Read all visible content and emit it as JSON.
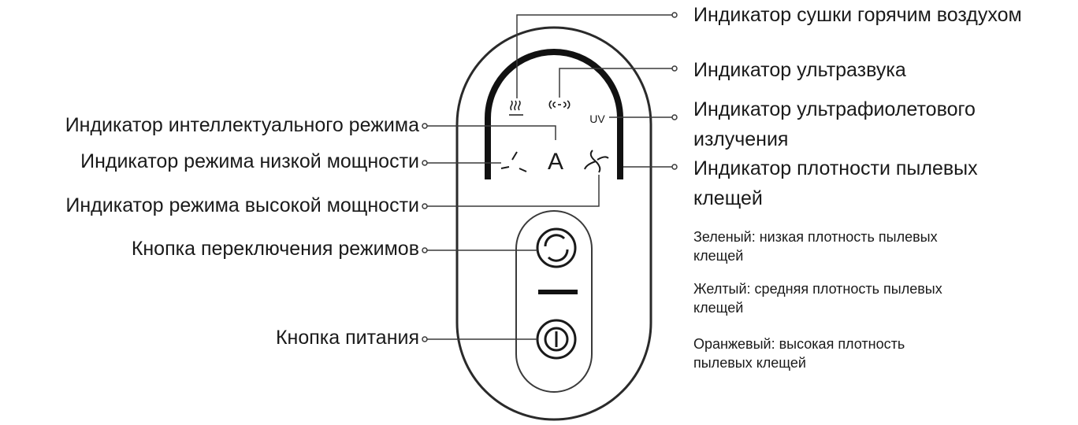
{
  "labels": {
    "hot_air": "Индикатор сушки горячим воздухом",
    "ultrasound": "Индикатор ультразвука",
    "uv_line1": "Индикатор ультрафиолетового",
    "uv_line2": "излучения",
    "mite_line1": "Индикатор плотности пылевых",
    "mite_line2": "клещей",
    "smart": "Индикатор интеллектуального режима",
    "low_power": "Индикатор режима низкой мощности",
    "high_power": "Индикатор режима высокой мощности",
    "mode_button": "Кнопка переключения режимов",
    "power_button": "Кнопка питания"
  },
  "legend": {
    "green_line1": "Зеленый: низкая плотность пылевых",
    "green_line2": "клещей",
    "yellow_line1": "Желтый: средняя плотность пылевых",
    "yellow_line2": "клещей",
    "orange_line1": "Оранжевый: высокая плотность",
    "orange_line2": "пылевых клещей"
  },
  "device": {
    "uv_text": "UV",
    "auto_text": "A"
  },
  "icons": [
    "hot-air-icon",
    "ultrasound-icon",
    "fan-low-icon",
    "fan-high-icon",
    "refresh-icon",
    "power-icon"
  ]
}
